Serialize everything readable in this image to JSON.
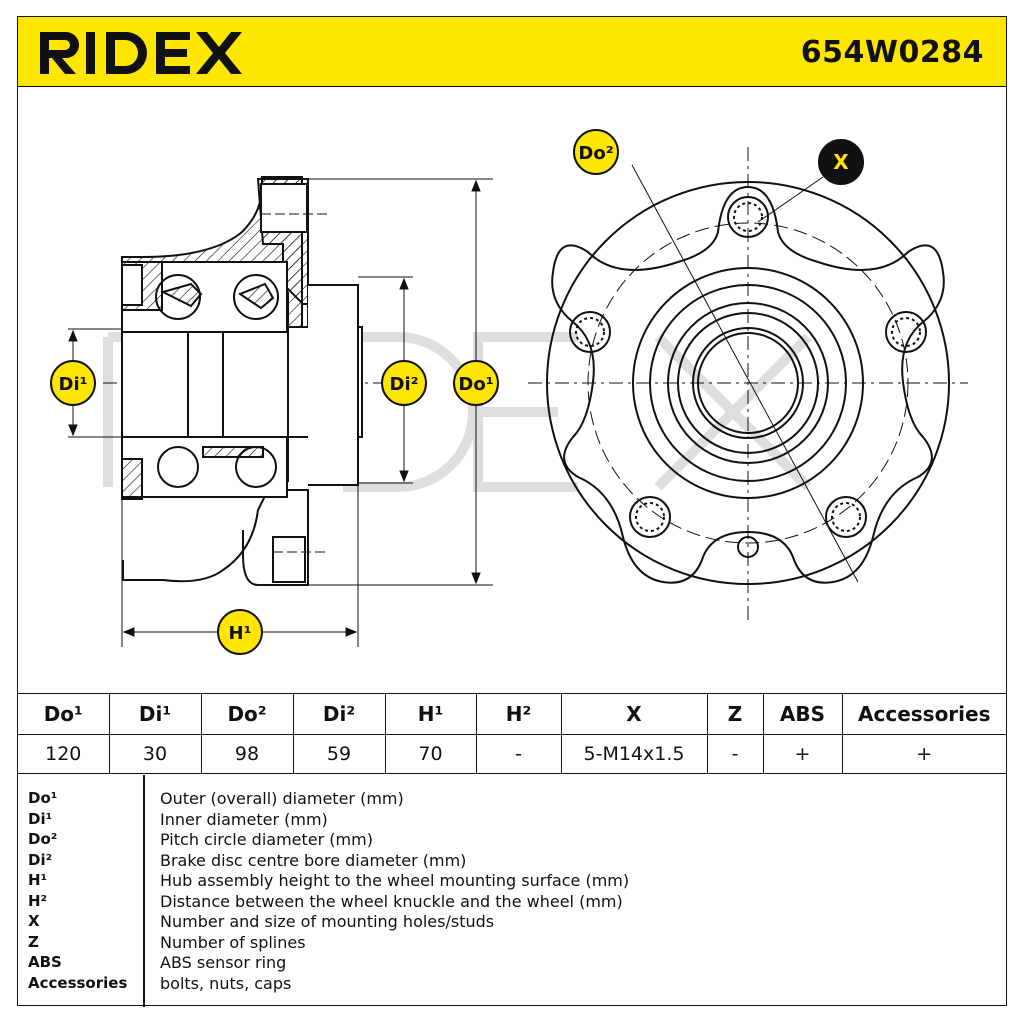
{
  "header": {
    "brand": "RIDEX",
    "part_number": "654W0284",
    "colors": {
      "header_bg": "#ffe600",
      "ink": "#111111",
      "label_badge": "#ffe600"
    }
  },
  "drawing": {
    "labels": {
      "di1": "Di¹",
      "di2": "Di²",
      "do1": "Do¹",
      "h1": "H¹",
      "do2": "Do²",
      "x": "X"
    },
    "watermark": "RIDEX"
  },
  "spec_table": {
    "headers": [
      "Do¹",
      "Di¹",
      "Do²",
      "Di²",
      "H¹",
      "H²",
      "X",
      "Z",
      "ABS",
      "Accessories"
    ],
    "values": [
      "120",
      "30",
      "98",
      "59",
      "70",
      "-",
      "5-M14x1.5",
      "-",
      "+",
      "+"
    ]
  },
  "legend": [
    {
      "key": "Do¹",
      "desc": "Outer (overall) diameter (mm)"
    },
    {
      "key": "Di¹",
      "desc": "Inner diameter (mm)"
    },
    {
      "key": "Do²",
      "desc": "Pitch circle diameter (mm)"
    },
    {
      "key": "Di²",
      "desc": "Brake disc centre bore diameter (mm)"
    },
    {
      "key": "H¹",
      "desc": "Hub assembly height to the wheel mounting surface (mm)"
    },
    {
      "key": "H²",
      "desc": "Distance between the wheel knuckle and the wheel (mm)"
    },
    {
      "key": "X",
      "desc": "Number and size of mounting holes/studs"
    },
    {
      "key": "Z",
      "desc": "Number of splines"
    },
    {
      "key": "ABS",
      "desc": "ABS sensor ring"
    },
    {
      "key": "Accessories",
      "desc": "bolts, nuts, caps"
    }
  ]
}
